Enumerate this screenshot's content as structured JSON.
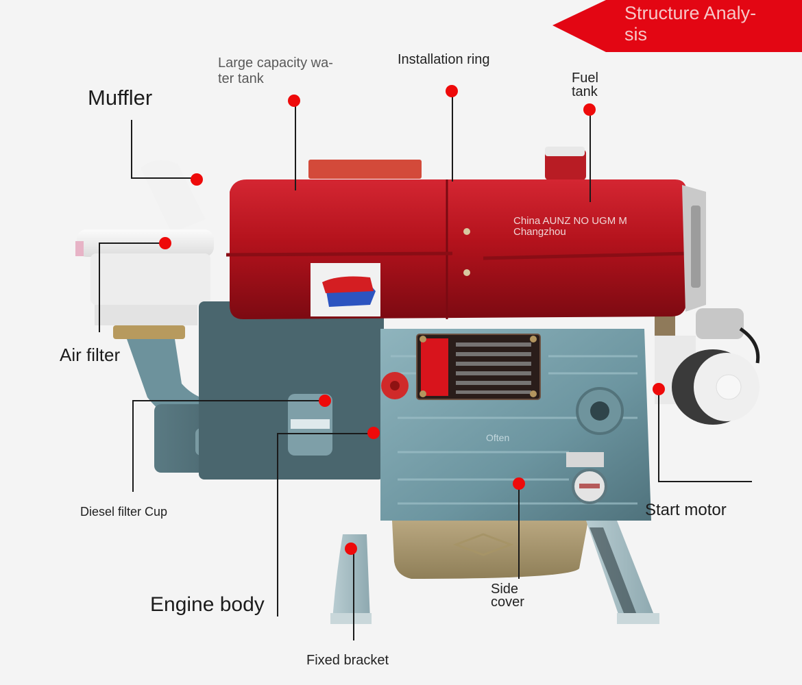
{
  "banner": {
    "title": "Structure Analysis",
    "line1": "Structure Analy-",
    "line2": "sis",
    "color": "#e30613"
  },
  "engine_markings": {
    "fuel_tank_text_line1": "China AUNZ NO UGM M",
    "fuel_tank_text_line2": "Changzhou",
    "side_plate_text": "Often"
  },
  "callouts": [
    {
      "id": "muffler",
      "label": "Muffler"
    },
    {
      "id": "water-tank",
      "label": "Large capacity water tank",
      "line1": "Large capacity wa-",
      "line2": "ter tank"
    },
    {
      "id": "installation-ring",
      "label": "Installation ring"
    },
    {
      "id": "fuel-tank",
      "label": "Fuel tank",
      "line1": "Fuel",
      "line2": "tank"
    },
    {
      "id": "air-filter",
      "label": "Air filter"
    },
    {
      "id": "diesel-filter-cup",
      "label": "Diesel filter Cup"
    },
    {
      "id": "start-motor",
      "label": "Start motor"
    },
    {
      "id": "engine-body",
      "label": "Engine body"
    },
    {
      "id": "side-cover",
      "label": "Side cover",
      "line1": "Side",
      "line2": "cover"
    },
    {
      "id": "fixed-bracket",
      "label": "Fixed bracket"
    }
  ],
  "colors": {
    "dot": "#ee0a0a",
    "leader_line": "#1a1a1a",
    "tank_red": "#b0141e",
    "body_teal": "#6e9aa5"
  }
}
